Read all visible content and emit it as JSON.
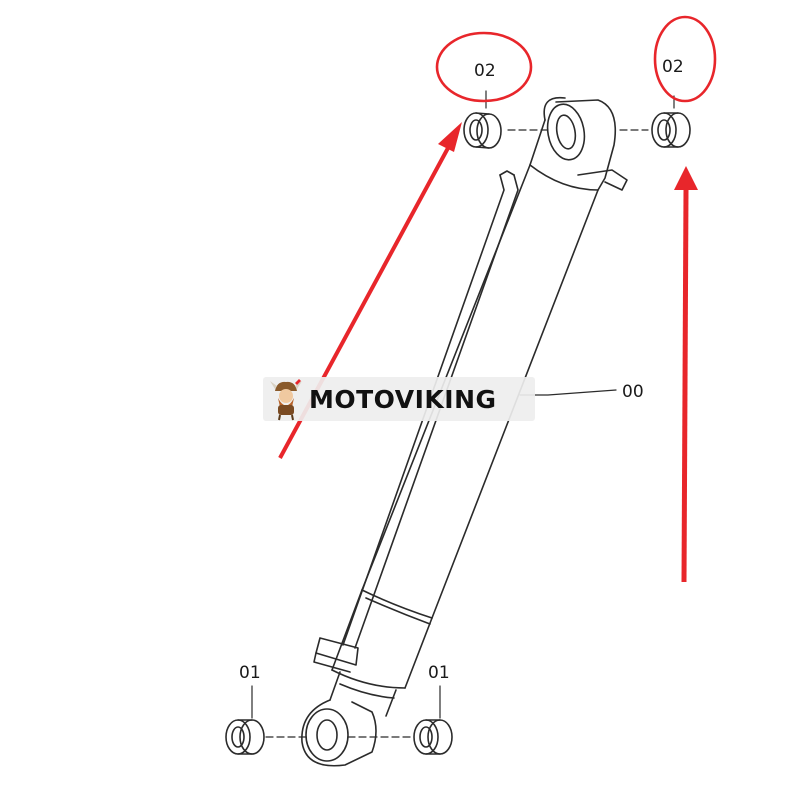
{
  "diagram": {
    "part_labels": {
      "cylinder": "00",
      "bushing_bottom_left": "01",
      "bushing_bottom_right": "01",
      "bushing_top_left": "02",
      "bushing_top_right": "02"
    },
    "highlight_color": "#e8262b",
    "line_color": "#2b2b2b"
  },
  "watermark": {
    "brand": "MOTOVIKING",
    "logo_icon": "viking-mascot-icon"
  }
}
